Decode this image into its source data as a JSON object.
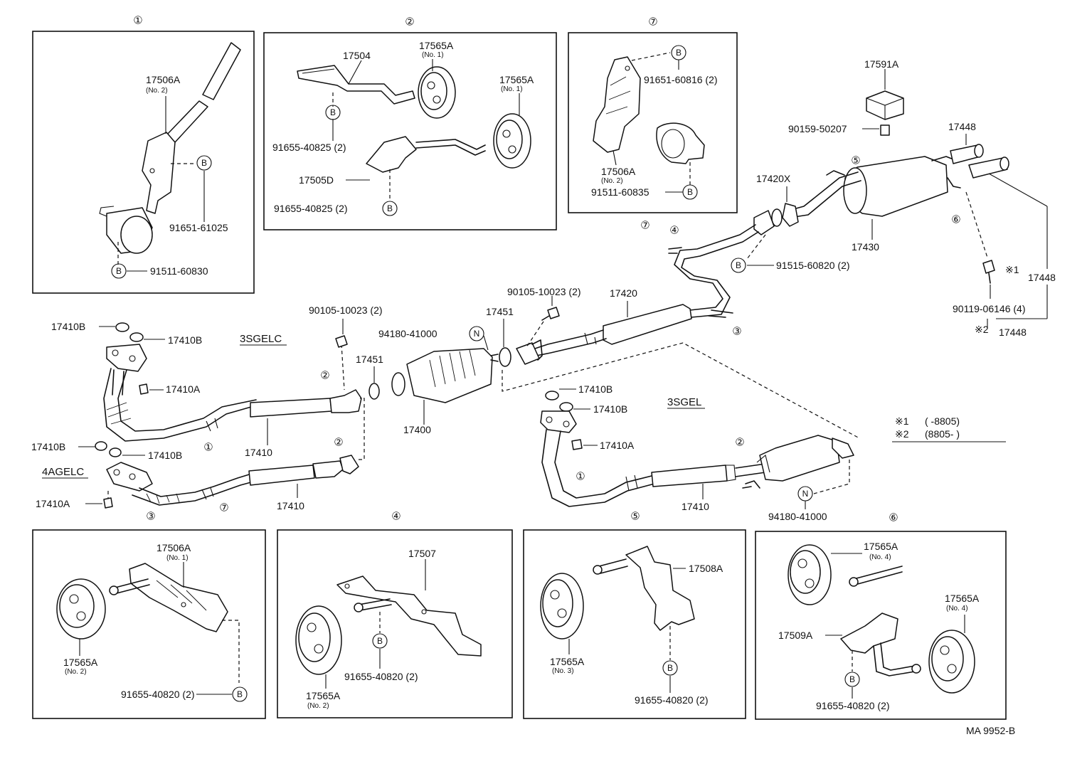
{
  "sections": {
    "s1": "①",
    "s2": "②",
    "s3": "③",
    "s4": "④",
    "s5": "⑤",
    "s6": "⑥",
    "s7": "⑦"
  },
  "parts": {
    "p17506A": "17506A",
    "no1": "(No. 1)",
    "no2": "(No. 2)",
    "no3": "(No. 3)",
    "no4": "(No. 4)",
    "p91651_61025": "91651-61025",
    "p91511_60830": "91511-60830",
    "p17504": "17504",
    "p17565A": "17565A",
    "p91655_40825": "91655-40825 (2)",
    "p17505D": "17505D",
    "p91651_60816": "91651-60816 (2)",
    "p91511_60835": "91511-60835",
    "p17591A": "17591A",
    "p90159_50207": "90159-50207",
    "p17448": "17448",
    "p17420X": "17420X",
    "p17430": "17430",
    "p91515_60820": "91515-60820 (2)",
    "p90119_06146": "90119-06146 (4)",
    "p90105_10023": "90105-10023 (2)",
    "p17420": "17420",
    "p17451": "17451",
    "p94180_41000": "94180-41000",
    "p17400": "17400",
    "p17410B": "17410B",
    "p17410A": "17410A",
    "p17410": "17410",
    "p17507": "17507",
    "p17508A": "17508A",
    "p17509A": "17509A",
    "p91655_40820": "91655-40820 (2)"
  },
  "callouts": {
    "B": "B",
    "N": "N"
  },
  "engines": {
    "e3SGELC": "3SGELC",
    "e3SGEL": "3SGEL",
    "e4AGELC": "4AGELC"
  },
  "legend": {
    "m1": "※1",
    "m2": "※2",
    "m1_range": "(      -8805)",
    "m2_range": "(8805-       )"
  },
  "footer": {
    "code": "MA 9952-B"
  }
}
